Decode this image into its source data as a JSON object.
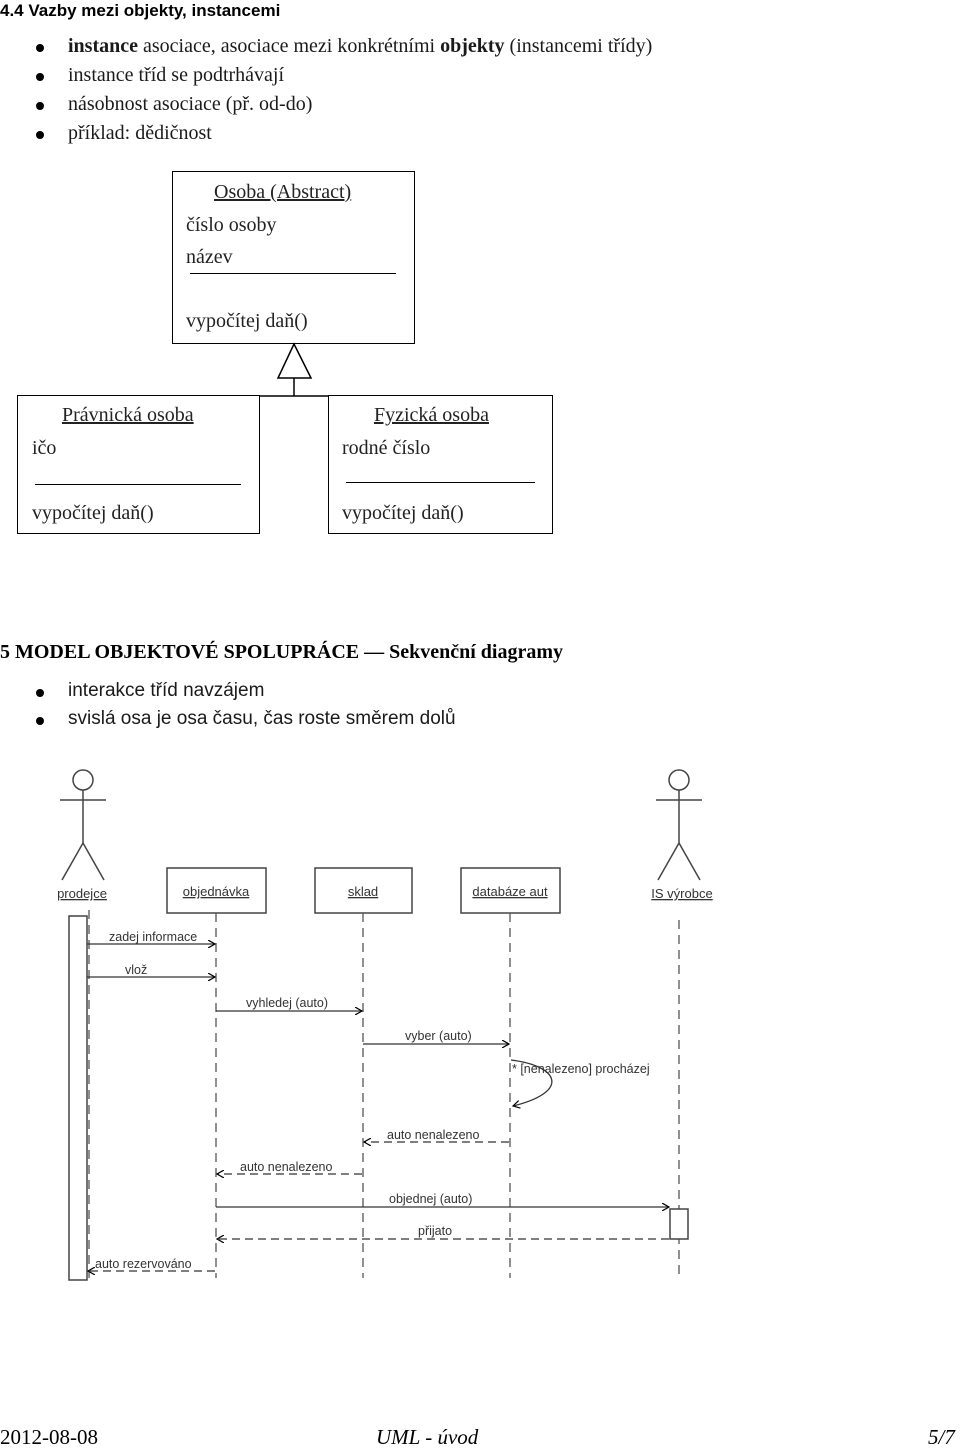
{
  "section1": {
    "heading": "4.4  Vazby mezi objekty, instancemi",
    "bullets": [
      {
        "b1": "instance",
        "t1": " asociace, asociace mezi konkrétními ",
        "b2": "objekty",
        "t2": " (instancemi třídy)"
      },
      {
        "text": "instance tříd se podtrhávají"
      },
      {
        "text": "násobnost asociace (př. od-do)"
      },
      {
        "text": "příklad: dědičnost"
      }
    ]
  },
  "class_diagram": {
    "parent": {
      "name": "Osoba (Abstract)",
      "attrs": [
        "číslo osoby",
        "název"
      ],
      "method": "vypočítej daň()"
    },
    "left": {
      "name": "Právnická osoba",
      "attr": "ičo",
      "method": "vypočítej daň()"
    },
    "right": {
      "name": "Fyzická osoba",
      "attr": "rodné číslo",
      "method": "vypočítej daň()"
    }
  },
  "section2": {
    "heading": "5  MODEL OBJEKTOVÉ SPOLUPRÁCE — Sekvenční diagramy",
    "bullets": [
      "interakce tříd navzájem",
      "svislá osa je osa času, čas roste směrem dolů"
    ]
  },
  "sequence_diagram": {
    "actors": [
      "prodejce",
      "IS výrobce"
    ],
    "objects": [
      "objednávka",
      "sklad",
      "databáze aut"
    ],
    "messages": [
      "zadej informace",
      "vlož",
      "vyhledej (auto)",
      "vyber (auto)",
      "* [nenalezeno] procházej",
      "auto nenalezeno",
      "auto nenalezeno",
      "objednej (auto)",
      "přijato",
      "auto rezervováno"
    ]
  },
  "footer": {
    "date": "2012-08-08",
    "title": "UML - úvod",
    "page": "5/7"
  }
}
